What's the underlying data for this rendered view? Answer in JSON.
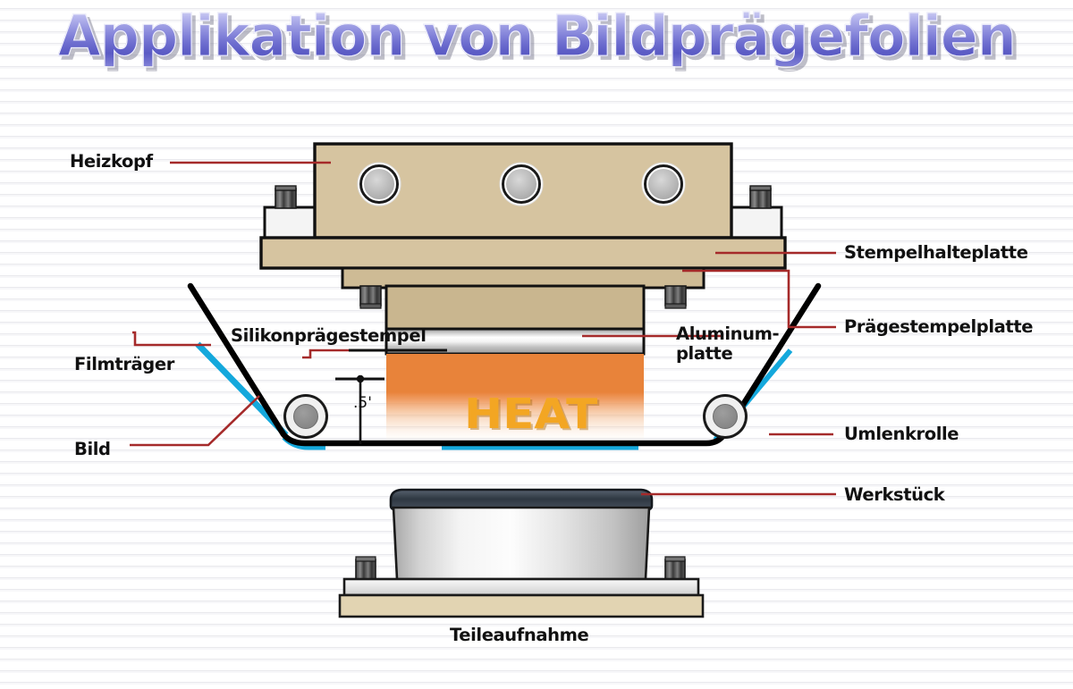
{
  "title": "Applikation von Bildprägefolien",
  "heat_label": "HEAT",
  "dimension": {
    "value": ".5'"
  },
  "labels": {
    "heizkopf": "Heizkopf",
    "stempelhalteplatte": "Stempelhalteplatte",
    "praegestempelplatte": "Prägestempelplatte",
    "aluminumplatte": "Aluminum-\nplatte",
    "silikonpraegestempel": "Silikonprägestempel",
    "filmtraeger": "Filmträger",
    "bild": "Bild",
    "umlenkrolle": "Umlenkrolle",
    "werkstueck": "Werkstück",
    "teileaufnahme": "Teileaufnahme"
  },
  "colors": {
    "background": "#ffffff",
    "stripe": "#e9e9ed",
    "title_blue": "#6f6fd0",
    "leader_red": "#A52A2A",
    "body_tan": "#D6C4A0",
    "body_tan_dark": "#BFAF86",
    "bracket_white": "#F2F2F2",
    "silicon_orange": "#E8833A",
    "heat_gold": "#F3A623",
    "film_black": "#000000",
    "image_cyan": "#14A8DC",
    "roller_hub": "#8C8C8C",
    "workpiece_silver": "#D9D9D9",
    "workpiece_top_dark": "#3A4450",
    "base_tan": "#E2D4B2"
  }
}
